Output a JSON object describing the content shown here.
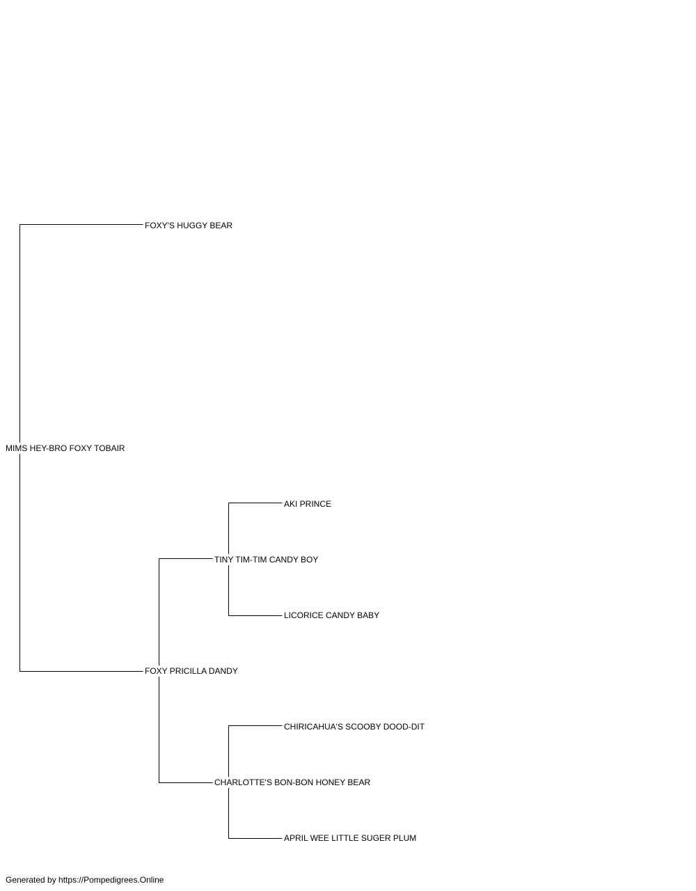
{
  "pedigree": {
    "subject": "MIMS HEY-BRO FOXY TOBAIR",
    "sire": "FOXY'S HUGGY BEAR",
    "dam": "FOXY PRICILLA DANDY",
    "dam_sire": "TINY TIM-TIM CANDY BOY",
    "dam_sire_sire": "AKI PRINCE",
    "dam_sire_dam": "LICORICE CANDY BABY",
    "dam_dam": "CHARLOTTE'S BON-BON HONEY BEAR",
    "dam_dam_sire": "CHIRICAHUA'S SCOOBY DOOD-DIT",
    "dam_dam_dam": "APRIL WEE LITTLE SUGER PLUM"
  },
  "footer": "Generated by https://Pompedigrees.Online",
  "line_color": "#000000"
}
